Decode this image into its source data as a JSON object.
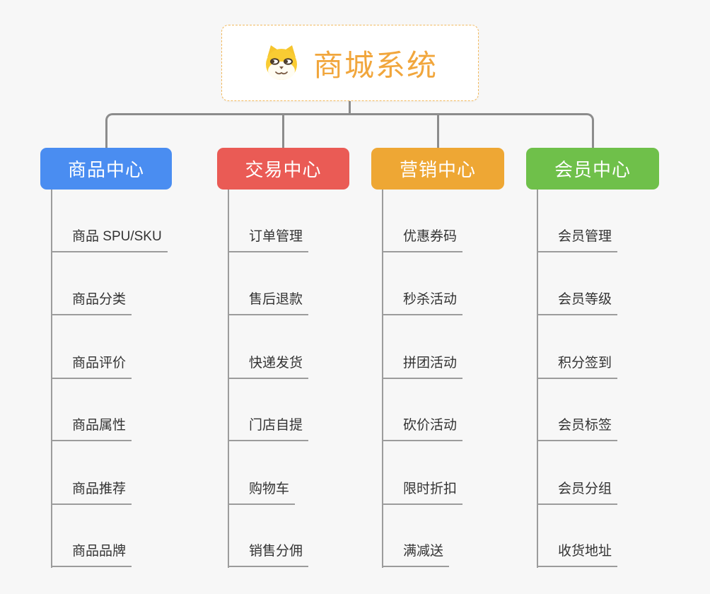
{
  "page": {
    "background_color": "#f7f7f7",
    "connector_color": "#8c8c8c",
    "child_line_color": "#9c9c9c",
    "child_text_color": "#333333"
  },
  "root": {
    "title": "商城系统",
    "icon": "shiba-dog-icon",
    "text_color": "#f1a63c",
    "border_color": "#f2b95e"
  },
  "branches": [
    {
      "label": "商品中心",
      "color": "#4a8df1",
      "items": [
        "商品 SPU/SKU",
        "商品分类",
        "商品评价",
        "商品属性",
        "商品推荐",
        "商品品牌"
      ]
    },
    {
      "label": "交易中心",
      "color": "#ea5b55",
      "items": [
        "订单管理",
        "售后退款",
        "快递发货",
        "门店自提",
        "购物车",
        "销售分佣"
      ]
    },
    {
      "label": "营销中心",
      "color": "#eea734",
      "items": [
        "优惠券码",
        "秒杀活动",
        "拼团活动",
        "砍价活动",
        "限时折扣",
        "满减送"
      ]
    },
    {
      "label": "会员中心",
      "color": "#6fc04a",
      "items": [
        "会员管理",
        "会员等级",
        "积分签到",
        "会员标签",
        "会员分组",
        "收货地址"
      ]
    }
  ]
}
